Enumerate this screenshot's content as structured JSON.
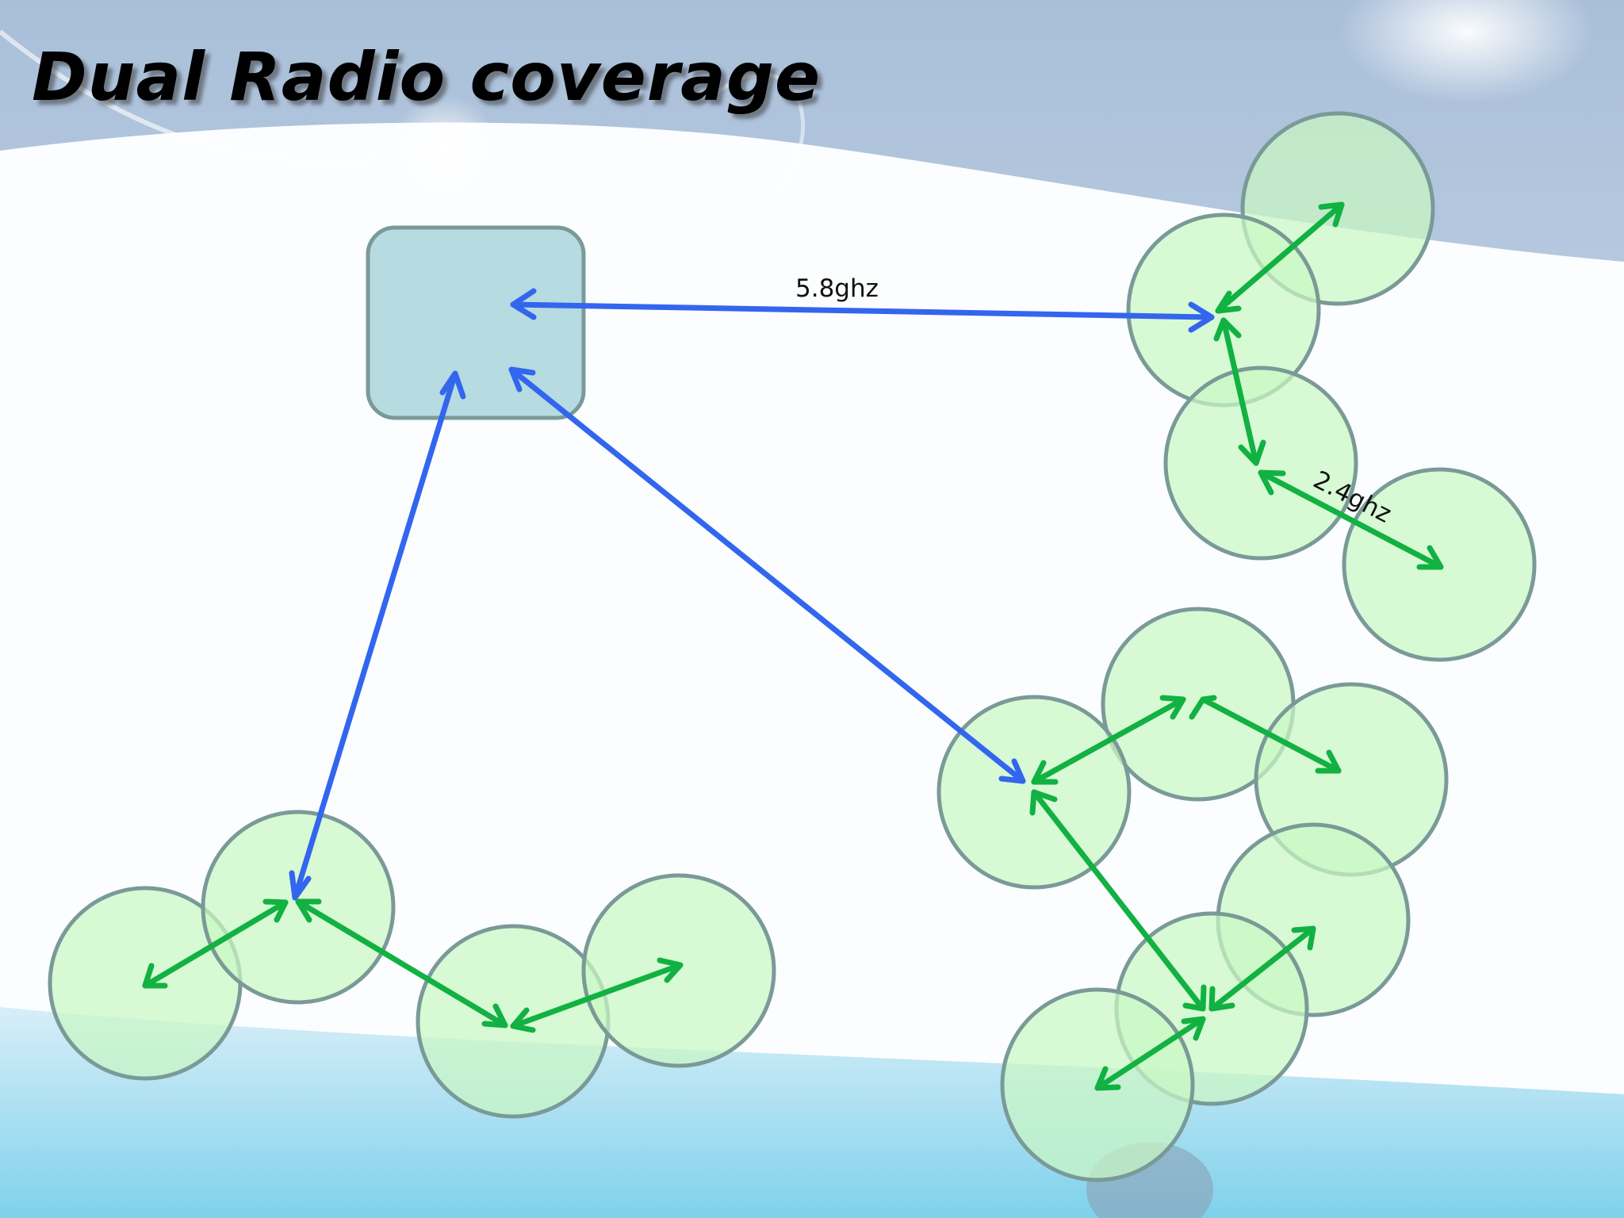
{
  "slide": {
    "title": "Dual Radio coverage",
    "label_58": "5.8ghz",
    "label_24": "2.4ghz"
  },
  "colors": {
    "backhaul_link": "#3366ee",
    "mesh_link": "#11b142",
    "node_fill": "#c9f7c4",
    "node_stroke": "#7a9a98",
    "hub_fill": "#b6dbe1"
  }
}
